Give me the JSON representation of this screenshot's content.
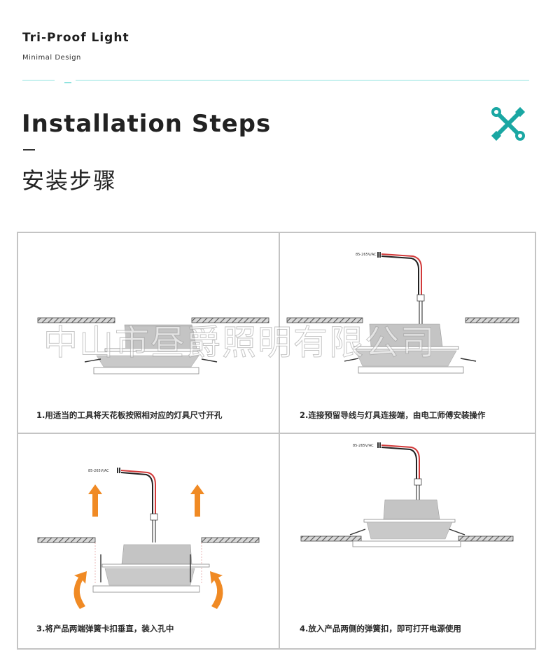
{
  "header": {
    "title": "Tri-Proof Light",
    "subtitle": "Minimal Design"
  },
  "section": {
    "title_en": "Installation Steps",
    "title_cn": "安装步骤"
  },
  "accent_color": "#1aa7a3",
  "arrow_color": "#f08a24",
  "icons": {
    "header_icon": "wrench-screwdriver-icon"
  },
  "steps": [
    {
      "caption": "1.用适当的工具将天花板按照相对应的灯具尺寸开孔"
    },
    {
      "caption": "2.连接预留导线与灯具连接端，由电工师傅安装操作",
      "voltage": "85-265V/AC"
    },
    {
      "caption": "3.将产品两端弹簧卡扣垂直，装入孔中",
      "voltage": "85-265V/AC"
    },
    {
      "caption": "4.放入产品两侧的弹簧扣，即可打开电源使用",
      "voltage": "85-265V/AC"
    }
  ],
  "watermark": "中山市昼爵照明有限公司"
}
